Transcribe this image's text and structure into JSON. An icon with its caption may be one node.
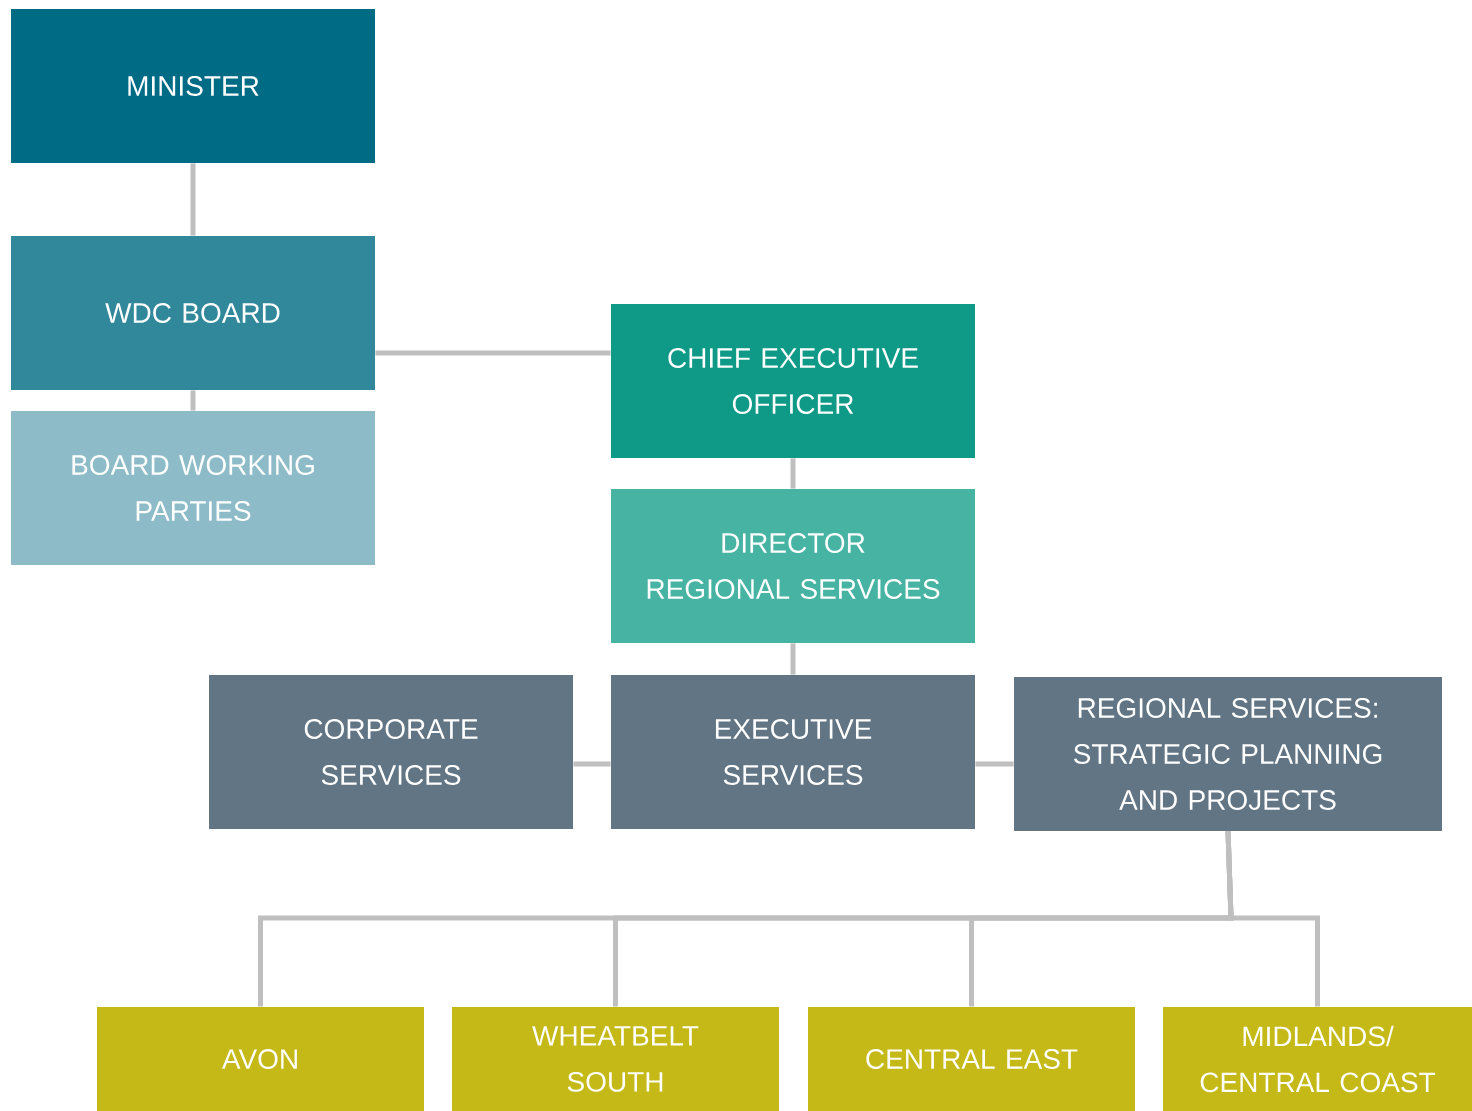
{
  "diagram": {
    "nodes": [
      {
        "text": [
          "MINISTER"
        ]
      },
      {
        "text": [
          "WDC BOARD"
        ]
      },
      {
        "text": [
          "BOARD WORKING PARTIES"
        ]
      },
      {
        "text": [
          "CHIEF EXECUTIVE OFFICER"
        ]
      },
      {
        "text": [
          "DIRECTOR REGIONAL SERVICES"
        ]
      },
      {
        "text": [
          "CORPORATE SERVICES"
        ]
      },
      {
        "text": [
          "EXECUTIVE SERVICES"
        ]
      },
      {
        "text": [
          "REGIONAL SERVICES: STRATEGIC PLANNING AND PROJECTS"
        ]
      },
      {
        "text": [
          "AVON"
        ]
      },
      {
        "text": [
          "WHEATBELT SOUTH"
        ]
      },
      {
        "text": [
          "CENTRAL EAST"
        ]
      },
      {
        "text": [
          "MIDLANDS/ CENTRAL COAST"
        ]
      }
    ],
    "edges": [
      {
        "from": 0,
        "to": 1,
        "arrow": "none"
      },
      {
        "from": 1,
        "to": 2,
        "arrow": "none"
      },
      {
        "from": 1,
        "to": 3,
        "arrow": "none"
      },
      {
        "from": 3,
        "to": 4,
        "arrow": "none"
      },
      {
        "from": 4,
        "to": 6,
        "arrow": "none"
      },
      {
        "from": 6,
        "to": 5,
        "arrow": "none"
      },
      {
        "from": 6,
        "to": 7,
        "arrow": "none"
      },
      {
        "from": 7,
        "to": 8,
        "arrow": "none"
      },
      {
        "from": 7,
        "to": 9,
        "arrow": "none"
      },
      {
        "from": 7,
        "to": 10,
        "arrow": "none"
      },
      {
        "from": 7,
        "to": 11,
        "arrow": "none"
      }
    ]
  }
}
